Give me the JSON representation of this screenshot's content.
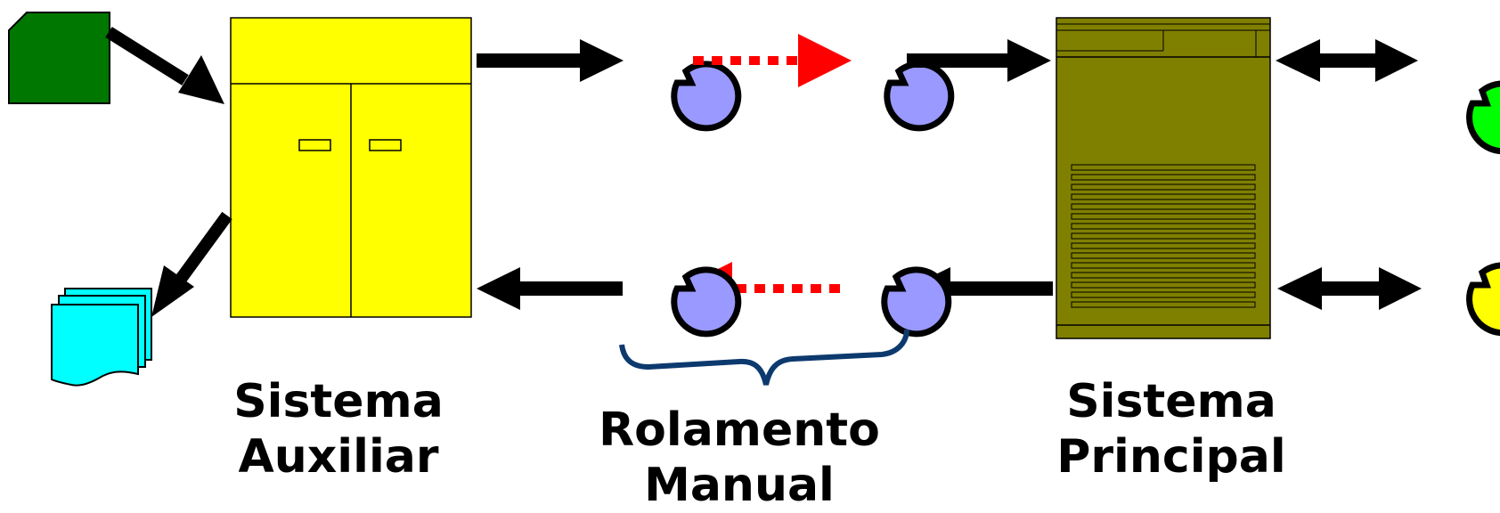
{
  "labels": {
    "auxiliary": {
      "line1": "Sistema",
      "line2": "Auxiliar"
    },
    "manual": {
      "line1": "Rolamento",
      "line2": "Manual"
    },
    "main": {
      "line1": "Sistema",
      "line2": "Principal"
    }
  },
  "colors": {
    "card_input": "#007700",
    "auxiliary_cabinet": "#ffff00",
    "tape_reel": "#9999ff",
    "main_cabinet": "#808000",
    "printed_output": "#00ffff",
    "console_top": "#00ff00",
    "console_bottom": "#ffff00",
    "manual_transfer_arrow": "#ff0000",
    "brace": "#0d3a6e",
    "flow_arrow": "#000000"
  },
  "icons": [
    "punched-card-icon",
    "printout-icon",
    "tape-reel-icon",
    "console-terminal-icon"
  ]
}
